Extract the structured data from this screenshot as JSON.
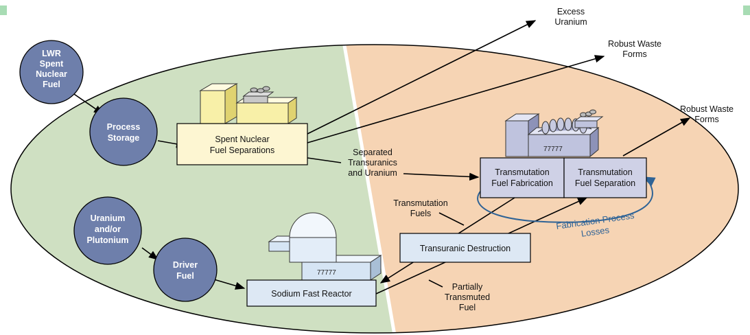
{
  "colors": {
    "left_region": "#cfe0c2",
    "right_region": "#f6d4b4",
    "circle": "#6e7fab",
    "separations_box": "#fdf6d2",
    "transmutation_box": "#cfd1e6",
    "light_box": "#dde8f4",
    "loop": "#2f6396",
    "corner_accent": "#a8dcb4"
  },
  "circles": {
    "lwr": [
      "LWR",
      "Spent",
      "Nuclear",
      "Fuel"
    ],
    "process_storage": [
      "Process",
      "Storage"
    ],
    "uranium_plutonium": [
      "Uranium",
      "and/or",
      "Plutonium"
    ],
    "driver_fuel": [
      "Driver",
      "Fuel"
    ]
  },
  "boxes": {
    "separations": [
      "Spent Nuclear",
      "Fuel Separations"
    ],
    "trans_fabrication": [
      "Transmutation",
      "Fuel Fabrication"
    ],
    "trans_separation": [
      "Transmutation",
      "Fuel Separation"
    ],
    "transuranic_destruction": "Transuranic Destruction",
    "sodium_fast_reactor": "Sodium Fast Reactor"
  },
  "labels": {
    "excess_uranium": [
      "Excess",
      "Uranium"
    ],
    "robust_waste_1": [
      "Robust Waste",
      "Forms"
    ],
    "robust_waste_2": [
      "Robust Waste",
      "Forms"
    ],
    "separated_transuranics": [
      "Separated",
      "Transuranics",
      "and Uranium"
    ],
    "transmutation_fuels": [
      "Transmutation",
      "Fuels"
    ],
    "partially_transmuted": [
      "Partially",
      "Transmuted",
      "Fuel"
    ],
    "fabrication_losses": [
      "Fabrication Process",
      "Losses"
    ]
  },
  "icons": {
    "separations_plant": "industrial-plant-icon",
    "transmutation_plant": "transmutation-plant-icon",
    "reactor": "reactor-dome-icon"
  }
}
